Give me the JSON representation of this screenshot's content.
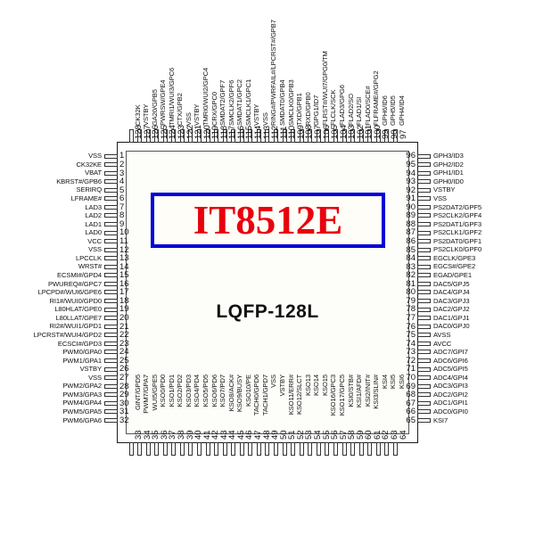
{
  "chip": {
    "part_number": "IT8512E",
    "package": "LQFP-128L",
    "marking_border_color": "#0000d8",
    "marking_text_color": "#e8000d"
  },
  "pins": {
    "left": [
      {
        "n": "1",
        "label": "VSS"
      },
      {
        "n": "2",
        "label": "CK32KE"
      },
      {
        "n": "3",
        "label": "VBAT"
      },
      {
        "n": "4",
        "label": "KBRST#/GPB6"
      },
      {
        "n": "5",
        "label": "SERIRQ"
      },
      {
        "n": "6",
        "label": "LFRAME#"
      },
      {
        "n": "7",
        "label": "LAD3"
      },
      {
        "n": "8",
        "label": "LAD2"
      },
      {
        "n": "9",
        "label": "LAD1"
      },
      {
        "n": "10",
        "label": "LAD0"
      },
      {
        "n": "11",
        "label": "VCC"
      },
      {
        "n": "12",
        "label": "VSS"
      },
      {
        "n": "13",
        "label": "LPCCLK"
      },
      {
        "n": "14",
        "label": "WRST#"
      },
      {
        "n": "15",
        "label": "ECSMI#/GPD4"
      },
      {
        "n": "16",
        "label": "PWUREQ#/GPC7"
      },
      {
        "n": "17",
        "label": "LPCPD#/WUI6/GPE6"
      },
      {
        "n": "18",
        "label": "RI1#/WUI0/GPD0"
      },
      {
        "n": "19",
        "label": "L80HLAT/GPE0"
      },
      {
        "n": "20",
        "label": "L80LLAT/GPE7"
      },
      {
        "n": "21",
        "label": "RI2#/WUI1/GPD1"
      },
      {
        "n": "22",
        "label": "LPCRST#/WUI4/GPD2"
      },
      {
        "n": "23",
        "label": "ECSCI#/GPD3"
      },
      {
        "n": "24",
        "label": "PWM0/GPA0"
      },
      {
        "n": "25",
        "label": "PWM1/GPA1"
      },
      {
        "n": "26",
        "label": "VSTBY"
      },
      {
        "n": "27",
        "label": "VSS"
      },
      {
        "n": "28",
        "label": "PWM2/GPA2"
      },
      {
        "n": "29",
        "label": "PWM3/GPA3"
      },
      {
        "n": "30",
        "label": "PWM4/GPA4"
      },
      {
        "n": "31",
        "label": "PWM5/GPA5"
      },
      {
        "n": "32",
        "label": "PWM6/GPA6"
      }
    ],
    "bottom": [
      {
        "n": "33",
        "label": "GINT/GPD5"
      },
      {
        "n": "34",
        "label": "PWM7/GPA7"
      },
      {
        "n": "35",
        "label": "WUI5/GPE5"
      },
      {
        "n": "36",
        "label": "KSO0/PD0"
      },
      {
        "n": "37",
        "label": "KSO1/PD1"
      },
      {
        "n": "38",
        "label": "KSO2/PD2"
      },
      {
        "n": "39",
        "label": "KSO3/PD3"
      },
      {
        "n": "40",
        "label": "KSO4/PD4"
      },
      {
        "n": "41",
        "label": "KSO5/PD5"
      },
      {
        "n": "42",
        "label": "KSO6/PD6"
      },
      {
        "n": "43",
        "label": "KSO7/PD7"
      },
      {
        "n": "44",
        "label": "KSO8/ACK#"
      },
      {
        "n": "45",
        "label": "KSO9/BUSY"
      },
      {
        "n": "46",
        "label": "KSO10/PE"
      },
      {
        "n": "47",
        "label": "TACH0/GPD6"
      },
      {
        "n": "48",
        "label": "TACH1/GPD7"
      },
      {
        "n": "49",
        "label": "VSS"
      },
      {
        "n": "50",
        "label": "VSTBY"
      },
      {
        "n": "51",
        "label": "KSO11/ERR#"
      },
      {
        "n": "52",
        "label": "KSO12/SLCT"
      },
      {
        "n": "53",
        "label": "KSO13"
      },
      {
        "n": "54",
        "label": "KSO14"
      },
      {
        "n": "55",
        "label": "KSO15"
      },
      {
        "n": "56",
        "label": "KSO16/GPC3"
      },
      {
        "n": "57",
        "label": "KSO17/GPC5"
      },
      {
        "n": "58",
        "label": "KSI0/STB#"
      },
      {
        "n": "59",
        "label": "KSI1/AFD#"
      },
      {
        "n": "60",
        "label": "KSI2/INIT#"
      },
      {
        "n": "61",
        "label": "KSI3/SLIN#"
      },
      {
        "n": "62",
        "label": "KSI4"
      },
      {
        "n": "63",
        "label": "KSI5"
      },
      {
        "n": "64",
        "label": "KSI6"
      }
    ],
    "right": [
      {
        "n": "65",
        "label": "KSI7"
      },
      {
        "n": "66",
        "label": "ADC0/GPI0"
      },
      {
        "n": "67",
        "label": "ADC1/GPI1"
      },
      {
        "n": "68",
        "label": "ADC2/GPI2"
      },
      {
        "n": "69",
        "label": "ADC3/GPI3"
      },
      {
        "n": "70",
        "label": "ADC4/GPI4"
      },
      {
        "n": "71",
        "label": "ADC5/GPI5"
      },
      {
        "n": "72",
        "label": "ADC6/GPI6"
      },
      {
        "n": "73",
        "label": "ADC7/GPI7"
      },
      {
        "n": "74",
        "label": "AVCC"
      },
      {
        "n": "75",
        "label": "AVSS"
      },
      {
        "n": "76",
        "label": "DAC0/GPJ0"
      },
      {
        "n": "77",
        "label": "DAC1/GPJ1"
      },
      {
        "n": "78",
        "label": "DAC2/GPJ2"
      },
      {
        "n": "79",
        "label": "DAC3/GPJ3"
      },
      {
        "n": "80",
        "label": "DAC4/GPJ4"
      },
      {
        "n": "81",
        "label": "DAC5/GPJ5"
      },
      {
        "n": "82",
        "label": "EGAD/GPE1"
      },
      {
        "n": "83",
        "label": "EGCS#/GPE2"
      },
      {
        "n": "84",
        "label": "EGCLK/GPE3"
      },
      {
        "n": "85",
        "label": "PS2CLK0/GPF0"
      },
      {
        "n": "86",
        "label": "PS2DAT0/GPF1"
      },
      {
        "n": "87",
        "label": "PS2CLK1/GPF2"
      },
      {
        "n": "88",
        "label": "PS2DAT1/GPF3"
      },
      {
        "n": "89",
        "label": "PS2CLK2/GPF4"
      },
      {
        "n": "90",
        "label": "PS2DAT2/GPF5"
      },
      {
        "n": "91",
        "label": "VSS"
      },
      {
        "n": "92",
        "label": "VSTBY"
      },
      {
        "n": "93",
        "label": "GPH0/ID0"
      },
      {
        "n": "94",
        "label": "GPH1/ID1"
      },
      {
        "n": "95",
        "label": "GPH2/ID2"
      },
      {
        "n": "96",
        "label": "GPH3/ID3"
      }
    ],
    "top": [
      {
        "n": "97",
        "label": "GPH4/ID4"
      },
      {
        "n": "98",
        "label": "GPH5/ID5"
      },
      {
        "n": "99",
        "label": "GPH6/ID6"
      },
      {
        "n": "100",
        "label": "FLFRAME#/GPG2"
      },
      {
        "n": "101",
        "label": "FLAD0/SCE#"
      },
      {
        "n": "102",
        "label": "FLAD1/SI"
      },
      {
        "n": "103",
        "label": "FLAD2/SO"
      },
      {
        "n": "104",
        "label": "FLAD3/GPG6"
      },
      {
        "n": "105",
        "label": "FLCLK/SCK"
      },
      {
        "n": "106",
        "label": "FLRST#/WUI7/GPG0/TM"
      },
      {
        "n": "107",
        "label": "GPG1/ID7"
      },
      {
        "n": "108",
        "label": "RXD/GPB0"
      },
      {
        "n": "109",
        "label": "TXD/GPB1"
      },
      {
        "n": "110",
        "label": "SMCLK0/GPB3"
      },
      {
        "n": "111",
        "label": "SMDAT0/GPB4"
      },
      {
        "n": "112",
        "label": "RING#/PWRFAIL#/LPCRST#/GPB7"
      },
      {
        "n": "113",
        "label": "VSS"
      },
      {
        "n": "114",
        "label": "VSTBY"
      },
      {
        "n": "115",
        "label": "SMCLK1/GPC1"
      },
      {
        "n": "116",
        "label": "SMDAT1/GPC2"
      },
      {
        "n": "117",
        "label": "SMCLK2/GPF6"
      },
      {
        "n": "118",
        "label": "SMDAT2/GPF7"
      },
      {
        "n": "119",
        "label": "CRX/GPC0"
      },
      {
        "n": "120",
        "label": "TMRI0/WUI2/GPC4"
      },
      {
        "n": "121",
        "label": "VSTBY"
      },
      {
        "n": "122",
        "label": "VSS"
      },
      {
        "n": "123",
        "label": "CTX/GPB2"
      },
      {
        "n": "124",
        "label": "TMRI1/WUI3/GPC6"
      },
      {
        "n": "125",
        "label": "PWRSW/GPE4"
      },
      {
        "n": "126",
        "label": "GA20/GPB5"
      },
      {
        "n": "127",
        "label": "VSTBY"
      },
      {
        "n": "128",
        "label": "CK32K"
      }
    ]
  }
}
